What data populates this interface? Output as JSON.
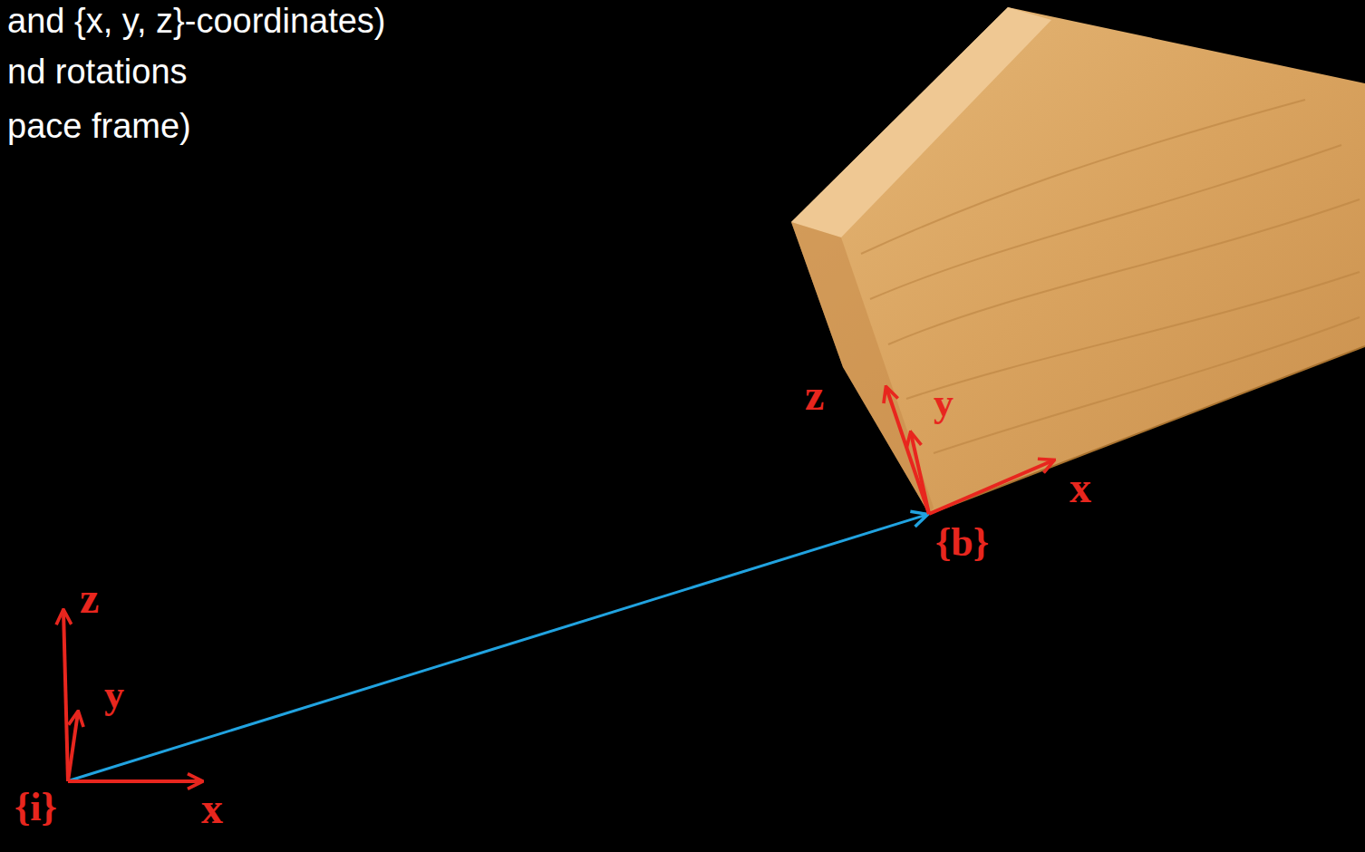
{
  "diagram": {
    "labels": [
      "and {x, y, z}-coordinates)",
      "nd rotations",
      "pace frame)",
      "z",
      "y",
      "x",
      "{b}",
      "z",
      "y",
      "x",
      "{i}"
    ]
  }
}
